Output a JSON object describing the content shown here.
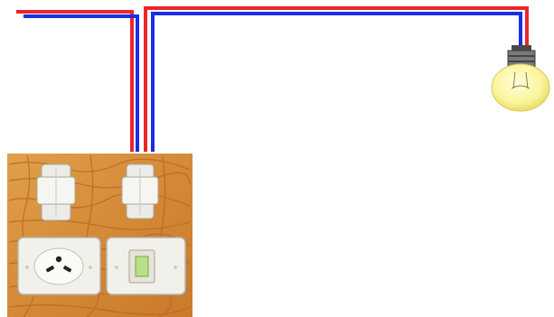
{
  "diagram": {
    "subject": "wiring",
    "components": [
      {
        "id": "switch-upper-left",
        "kind": "fuse"
      },
      {
        "id": "switch-upper-right",
        "kind": "fuse"
      },
      {
        "id": "socket",
        "kind": "three-pin-socket"
      },
      {
        "id": "light-switch",
        "kind": "rocker-switch"
      },
      {
        "id": "bulb",
        "kind": "light-bulb"
      }
    ],
    "colors": {
      "live_wire": "#e8262b",
      "neutral_wire": "#1a2ee6",
      "wood_panel": "#d9923d",
      "wood_grain": "#b8672a",
      "bulb_glass": "#fbf7a6",
      "bulb_base": "#6b6b6b",
      "plate": "#f1f0ea",
      "rocker": "#b8e08a"
    }
  }
}
